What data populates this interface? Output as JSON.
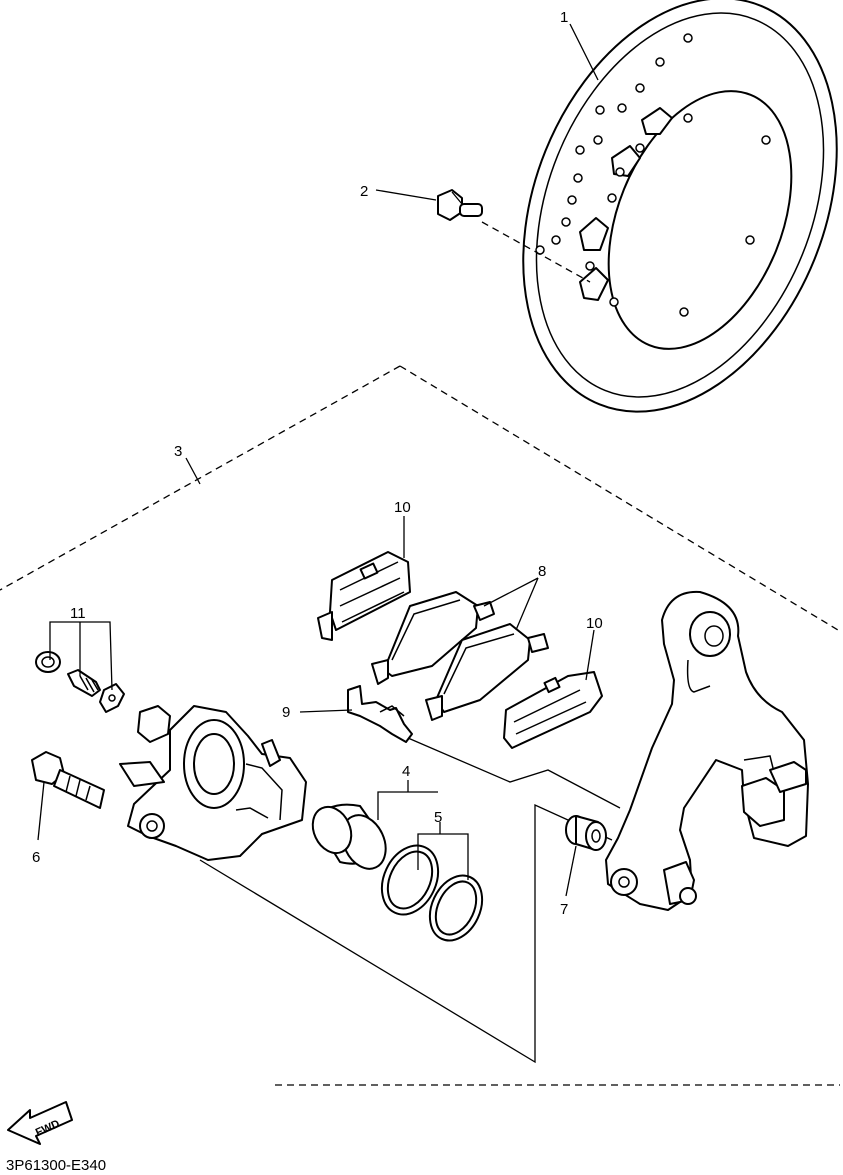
{
  "callouts": {
    "c1": "1",
    "c2": "2",
    "c3": "3",
    "c4": "4",
    "c5": "5",
    "c6": "6",
    "c7": "7",
    "c8": "8",
    "c9": "9",
    "c10a": "10",
    "c10b": "10",
    "c11": "11"
  },
  "fwd_label": "FWD",
  "diagram_code": "3P61300-E340",
  "icons": {
    "fwd": "fwd-arrow-icon"
  }
}
